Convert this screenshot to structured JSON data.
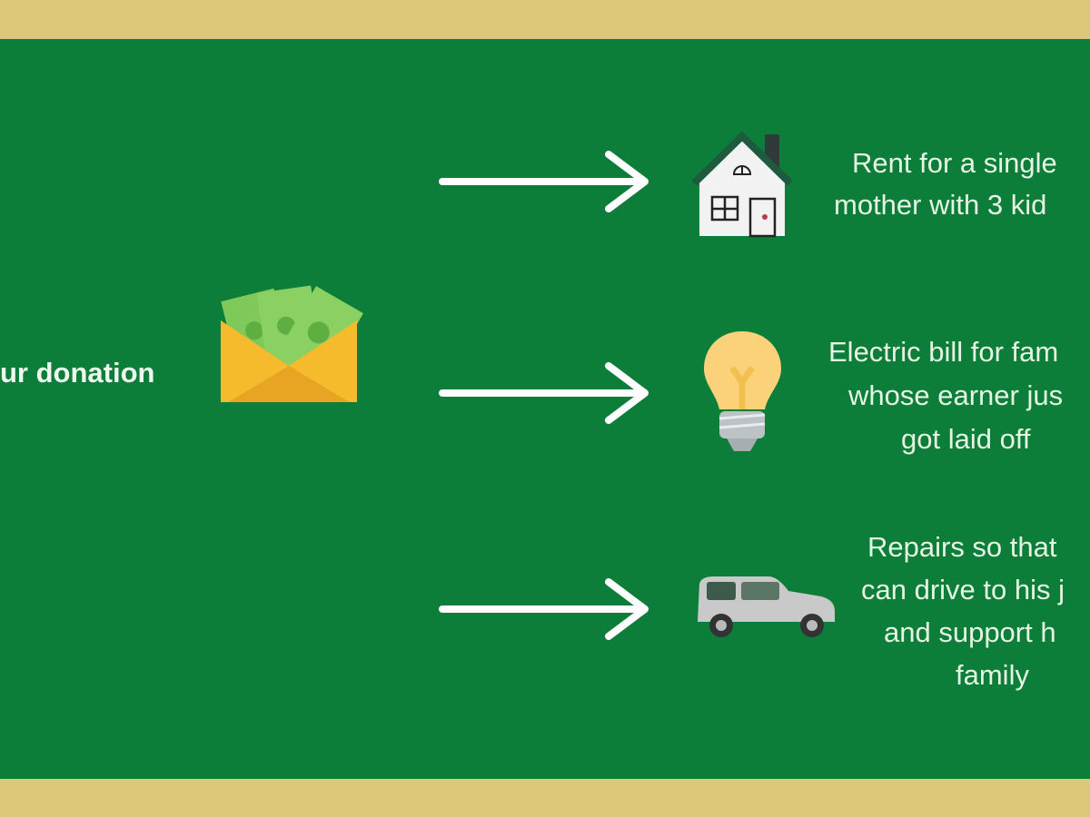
{
  "source_label": "ur donation",
  "colors": {
    "background": "#0c7e3a",
    "border": "#dcc87a",
    "text": "#e6f4e4"
  },
  "items": [
    {
      "icon": "house-icon",
      "lines": [
        "Rent for a single",
        "mother with 3 kid"
      ]
    },
    {
      "icon": "lightbulb-icon",
      "lines": [
        "Electric bill for fam",
        "whose earner jus",
        "got laid off"
      ]
    },
    {
      "icon": "car-icon",
      "lines": [
        "Repairs so that",
        "can drive to his j",
        "and support h",
        "family"
      ]
    }
  ]
}
